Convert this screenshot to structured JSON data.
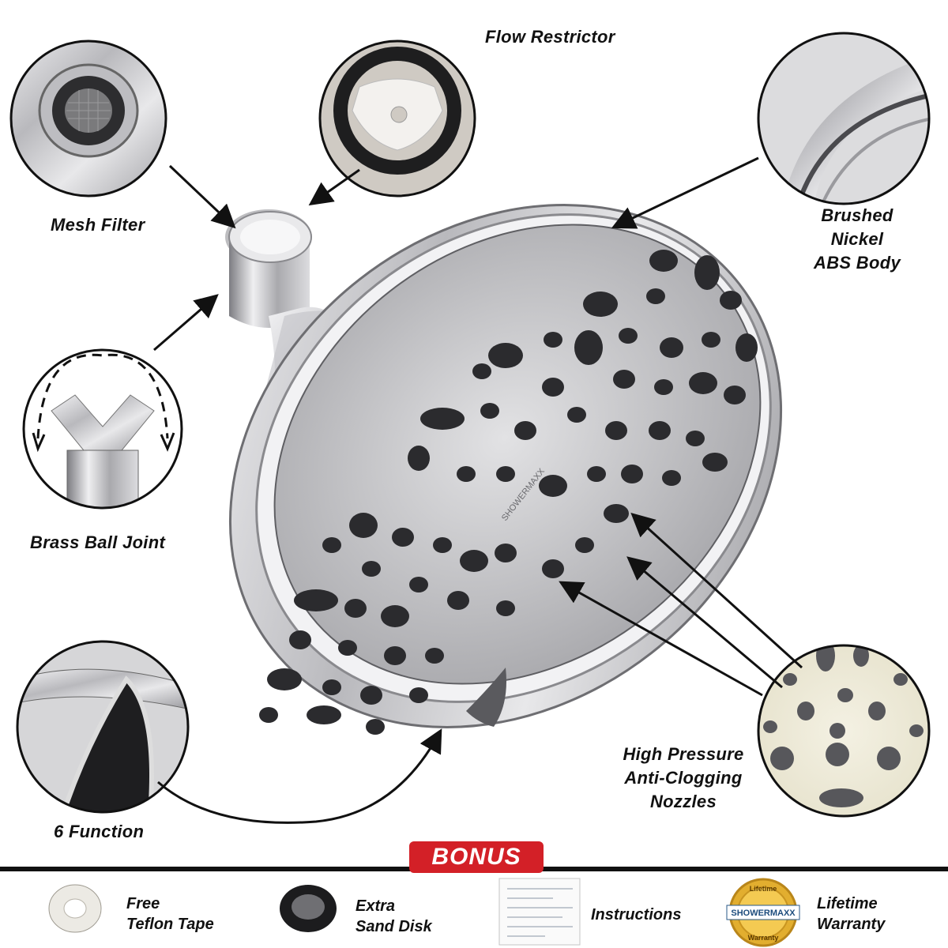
{
  "callouts": {
    "flow_restrictor": "Flow Restrictor",
    "mesh_filter": "Mesh Filter",
    "brushed_nickel": [
      "Brushed",
      "Nickel",
      "ABS Body"
    ],
    "brass_ball_joint": "Brass Ball Joint",
    "high_pressure": [
      "High Pressure",
      "Anti-Clogging",
      "Nozzles"
    ],
    "six_function": "6 Function"
  },
  "faceplate_brand": "SHOWERMAXX",
  "bonus": {
    "badge": "BONUS",
    "items": [
      {
        "line1": "Free",
        "line2": "Teflon Tape",
        "icon": "teflon-tape-icon"
      },
      {
        "line1": "Extra",
        "line2": "Sand Disk",
        "icon": "sand-disk-icon"
      },
      {
        "line1": "Instructions",
        "icon": "instructions-sheet-icon"
      },
      {
        "line1": "Lifetime",
        "line2": "Warranty",
        "icon": "warranty-seal-icon"
      }
    ]
  },
  "warranty_seal": {
    "top": "Lifetime",
    "brand": "SHOWERMAXX",
    "bottom": "Warranty"
  },
  "colors": {
    "bonus_red": "#d32027",
    "nozzle": "#2b2b2e",
    "chrome": "#c9c9cc",
    "ink": "#111111"
  }
}
